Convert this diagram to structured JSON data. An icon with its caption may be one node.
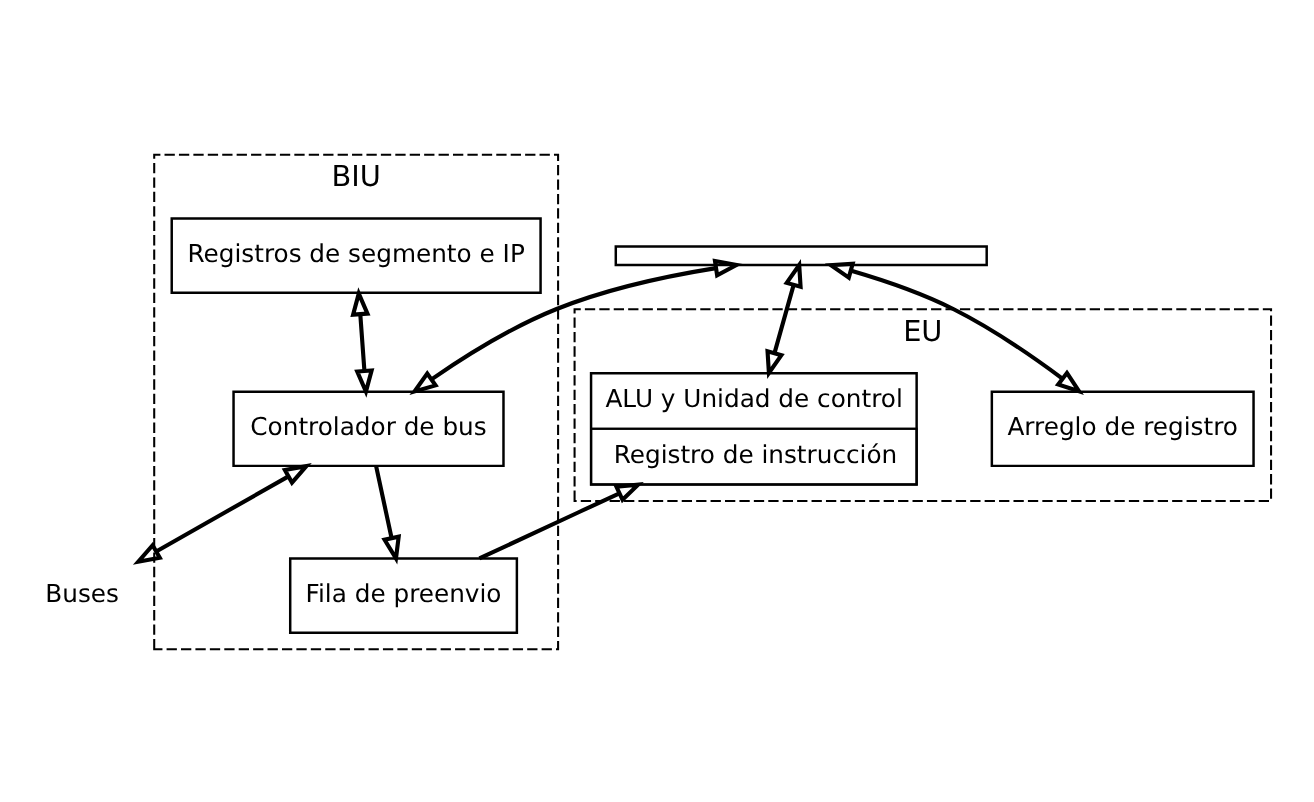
{
  "diagram": {
    "nodes": [
      {
        "text": [
          "EU"
        ]
      },
      {
        "text": [
          "BIU"
        ]
      },
      {
        "text": [
          "Arreglo de registro"
        ],
        "in": 0
      },
      {
        "text": [
          "Registros de segmento e IP"
        ],
        "in": 1
      },
      {
        "text": [],
        "shape": "bar"
      },
      {
        "text": [
          "Controlador de bus"
        ],
        "in": 1
      },
      {
        "text": [
          "Buses"
        ]
      },
      {
        "text": [
          "ALU y Unidad de control",
          "Registro de instrucción"
        ],
        "in": 0
      },
      {
        "text": [
          "Fila de preenvio"
        ],
        "in": 1
      }
    ],
    "edges": [
      {
        "from": 2,
        "to": 4,
        "arrow": "both"
      },
      {
        "from": 3,
        "to": 5,
        "arrow": "both"
      },
      {
        "from": 4,
        "to": 5,
        "arrow": "both"
      },
      {
        "from": 5,
        "to": 6,
        "arrow": "both"
      },
      {
        "from": 4,
        "to": 7,
        "arrow": "both"
      },
      {
        "from": 5,
        "to": 8,
        "arrow": "to"
      },
      {
        "from": 8,
        "to": 7,
        "arrow": "to"
      }
    ]
  }
}
